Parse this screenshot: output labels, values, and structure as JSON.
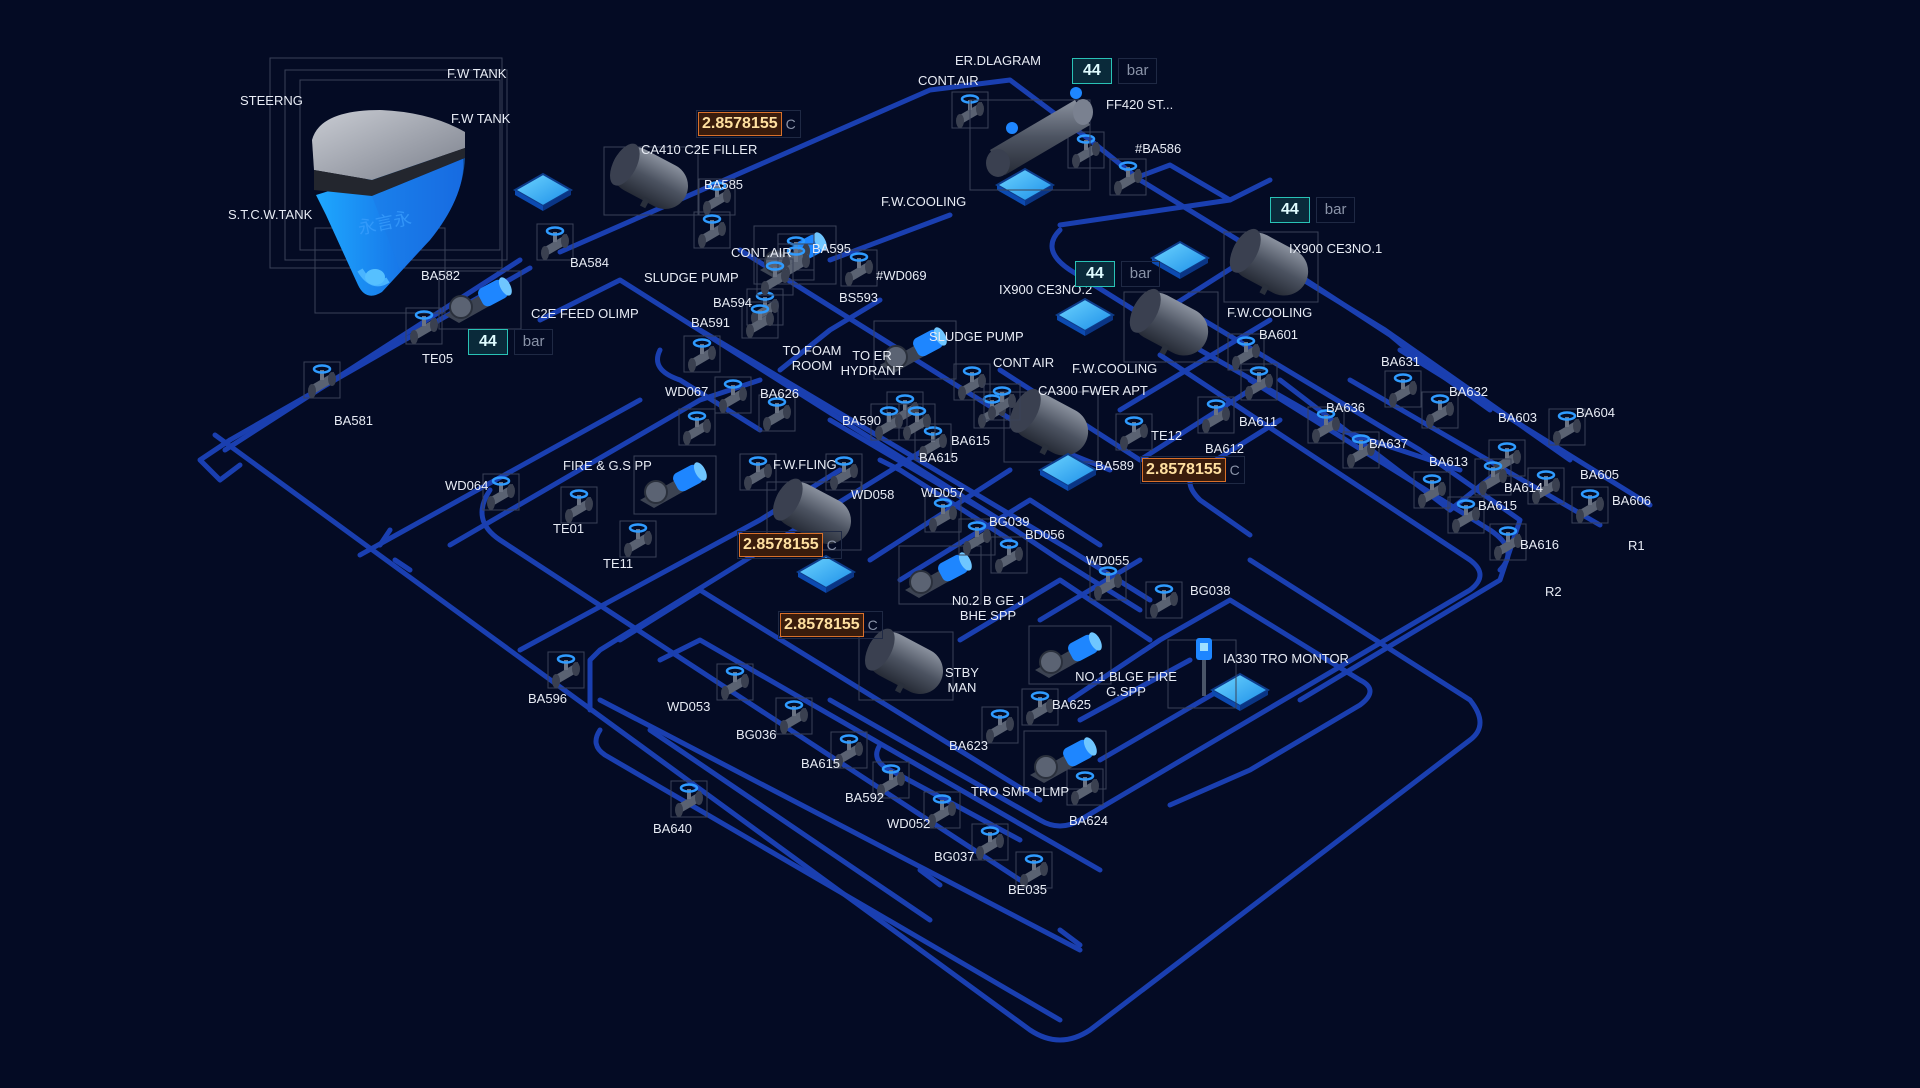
{
  "colors": {
    "background": "#040b24",
    "pipe": "#1a3fb0",
    "equipment": "#4a5568",
    "accent": "#1fa0ff",
    "pressure_border": "#29c2b6",
    "temp_border": "#d9702a"
  },
  "units": {
    "pressure": "bar",
    "temperature": "C"
  },
  "pressures": [
    {
      "id": "p1",
      "value": "44"
    },
    {
      "id": "p2",
      "value": "44"
    },
    {
      "id": "p3",
      "value": "44"
    },
    {
      "id": "p4",
      "value": "44"
    }
  ],
  "temperatures": [
    {
      "id": "t1",
      "value": "2.8578155"
    },
    {
      "id": "t2",
      "value": "2.8578155"
    },
    {
      "id": "t3",
      "value": "2.8578155"
    },
    {
      "id": "t4",
      "value": "2.8578155"
    }
  ],
  "labels": {
    "steerng": "STEERNG",
    "fw_tank_1": "F.W TANK",
    "fw_tank_2": "F.W TANK",
    "stcw_tank": "S.T.C.W.TANK",
    "ba582": "BA582",
    "c2e_feed": "C2E FEED OLIMP",
    "te05": "TE05",
    "ba581": "BA581",
    "ba584": "BA584",
    "ca410": "CA410 C2E FILLER",
    "ba585": "BA585",
    "cont_air_1": "CONT.AIR",
    "ba595": "BA595",
    "sludge_pump_1": "SLUDGE PUMP",
    "wd069": "#WD069",
    "bs593": "BS593",
    "ba594": "BA594",
    "ba591": "BA591",
    "to_foam": "TO FOAM\nROOM",
    "to_er": "TO ER\nHYDRANT",
    "sludge_pump_2": "SLUDGE PUMP",
    "wd067": "WD067",
    "ba626": "BA626",
    "ba590": "BA590",
    "ba615_a": "BA615",
    "ba615_b": "BA615",
    "cont_air_2": "CONT AIR",
    "ca300": "CA300 FWER APT",
    "fw_cooling_1": "F.W.COOLING",
    "fire_gs": "FIRE & G.S PP",
    "wd064": "WD064",
    "te01": "TE01",
    "te11": "TE11",
    "fw_fling": "F.W.FLING",
    "wd058": "WD058",
    "wd057": "WD057",
    "bg039": "BG039",
    "bd056": "BD056",
    "wd055": "WD055",
    "bg038": "BG038",
    "no2": "N0.2 B GE J\nBHE SPP",
    "stby": "STBY\nMAN",
    "no1": "NO.1 BLGE FIRE\nG.SPP",
    "ia330": "IA330 TRO MONTOR",
    "ba625": "BA625",
    "ba623": "BA623",
    "tro": "TRO SMP PLMP",
    "ba624": "BA624",
    "ba596": "BA596",
    "wd053": "WD053",
    "bg036": "BG036",
    "ba615_c": "BA615",
    "ba592": "BA592",
    "wd052": "WD052",
    "bg037": "BG037",
    "be035": "BE035",
    "ba640": "BA640",
    "er_diagram": "ER.DLAGRAM",
    "cont_air_3": "CONT.AIR",
    "ff420": "FF420 ST...",
    "ba586": "#BA586",
    "fw_cooling_2": "F.W.COOLING",
    "ix900_1": "IX900 CE3NO.1",
    "ix900_2": "IX900 CE3NO.2",
    "fw_cooling_3": "F.W.COOLING",
    "ba601": "BA601",
    "te12": "TE12",
    "ba589": "BA589",
    "ba612": "BA612",
    "ba611": "BA611",
    "ba631": "BA631",
    "ba632": "BA632",
    "ba636": "BA636",
    "ba637": "BA637",
    "ba603": "BA603",
    "ba604": "BA604",
    "ba613": "BA613",
    "ba614": "BA614",
    "ba615_d": "BA615",
    "ba605": "BA605",
    "ba606": "BA606",
    "ba616": "BA616",
    "r1": "R1",
    "r2": "R2",
    "tank_mark": "永言永"
  }
}
